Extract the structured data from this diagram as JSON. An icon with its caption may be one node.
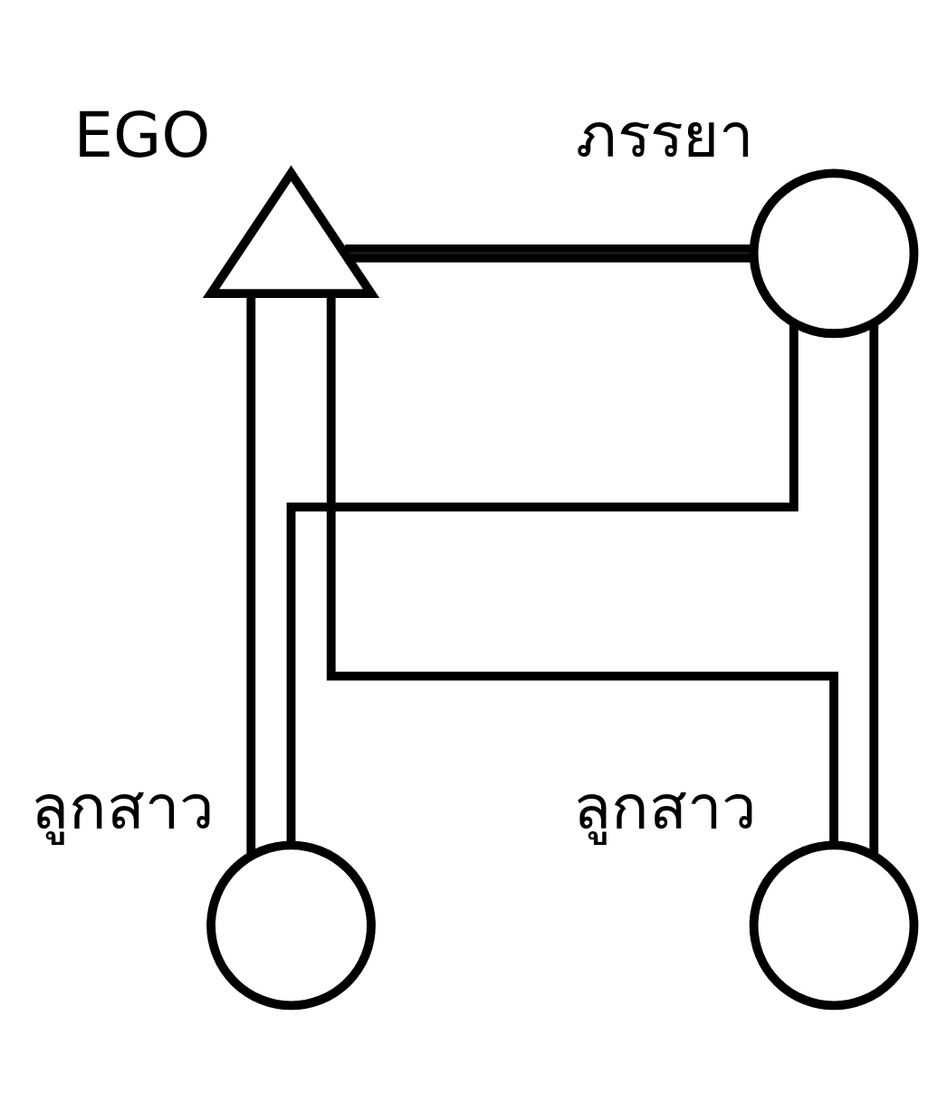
{
  "diagram": {
    "nodes": [
      {
        "text": [
          "EGO"
        ]
      },
      {
        "text": [
          "ภรรยา"
        ]
      },
      {
        "text": [
          "ลูกสาว"
        ]
      },
      {
        "text": [
          "ลูกสาว"
        ]
      }
    ],
    "edges": [
      {
        "from": 0,
        "to": 1,
        "arrow": "none"
      },
      {
        "from": 0,
        "to": 2,
        "arrow": "none"
      },
      {
        "from": 0,
        "to": 3,
        "arrow": "none"
      },
      {
        "from": 1,
        "to": 2,
        "arrow": "none"
      },
      {
        "from": 1,
        "to": 3,
        "arrow": "none"
      }
    ]
  }
}
